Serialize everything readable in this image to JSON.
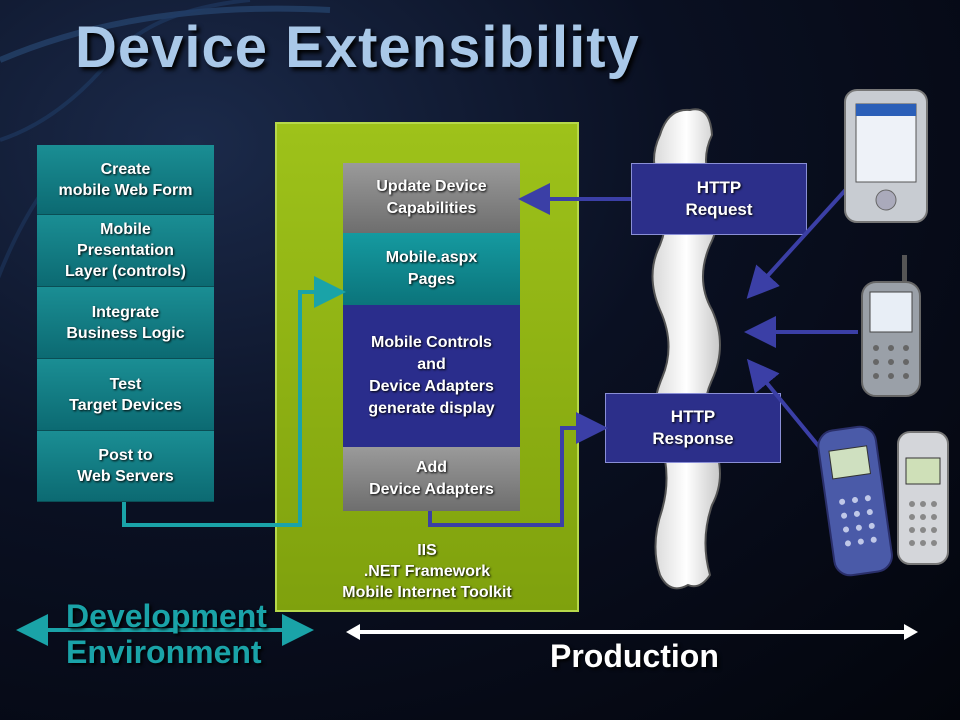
{
  "title": "Device Extensibility",
  "dev_steps": [
    "Create\nmobile Web Form",
    "Mobile\nPresentation\nLayer (controls)",
    "Integrate\nBusiness Logic",
    "Test\nTarget Devices",
    "Post to\nWeb Servers"
  ],
  "server_blocks": [
    "Update Device\nCapabilities",
    "Mobile.aspx\nPages",
    "Mobile Controls\nand\nDevice Adapters\ngenerate display",
    "Add\nDevice Adapters"
  ],
  "server_platform": "IIS\n.NET Framework\nMobile Internet Toolkit",
  "http_request": "HTTP\nRequest",
  "http_response": "HTTP\nResponse",
  "dev_environment": "Development\nEnvironment",
  "production": "Production",
  "colors": {
    "teal": "#1a8e94",
    "green": "#8db513",
    "navy": "#2c2f8a",
    "arrow": "#3b3fa6"
  }
}
